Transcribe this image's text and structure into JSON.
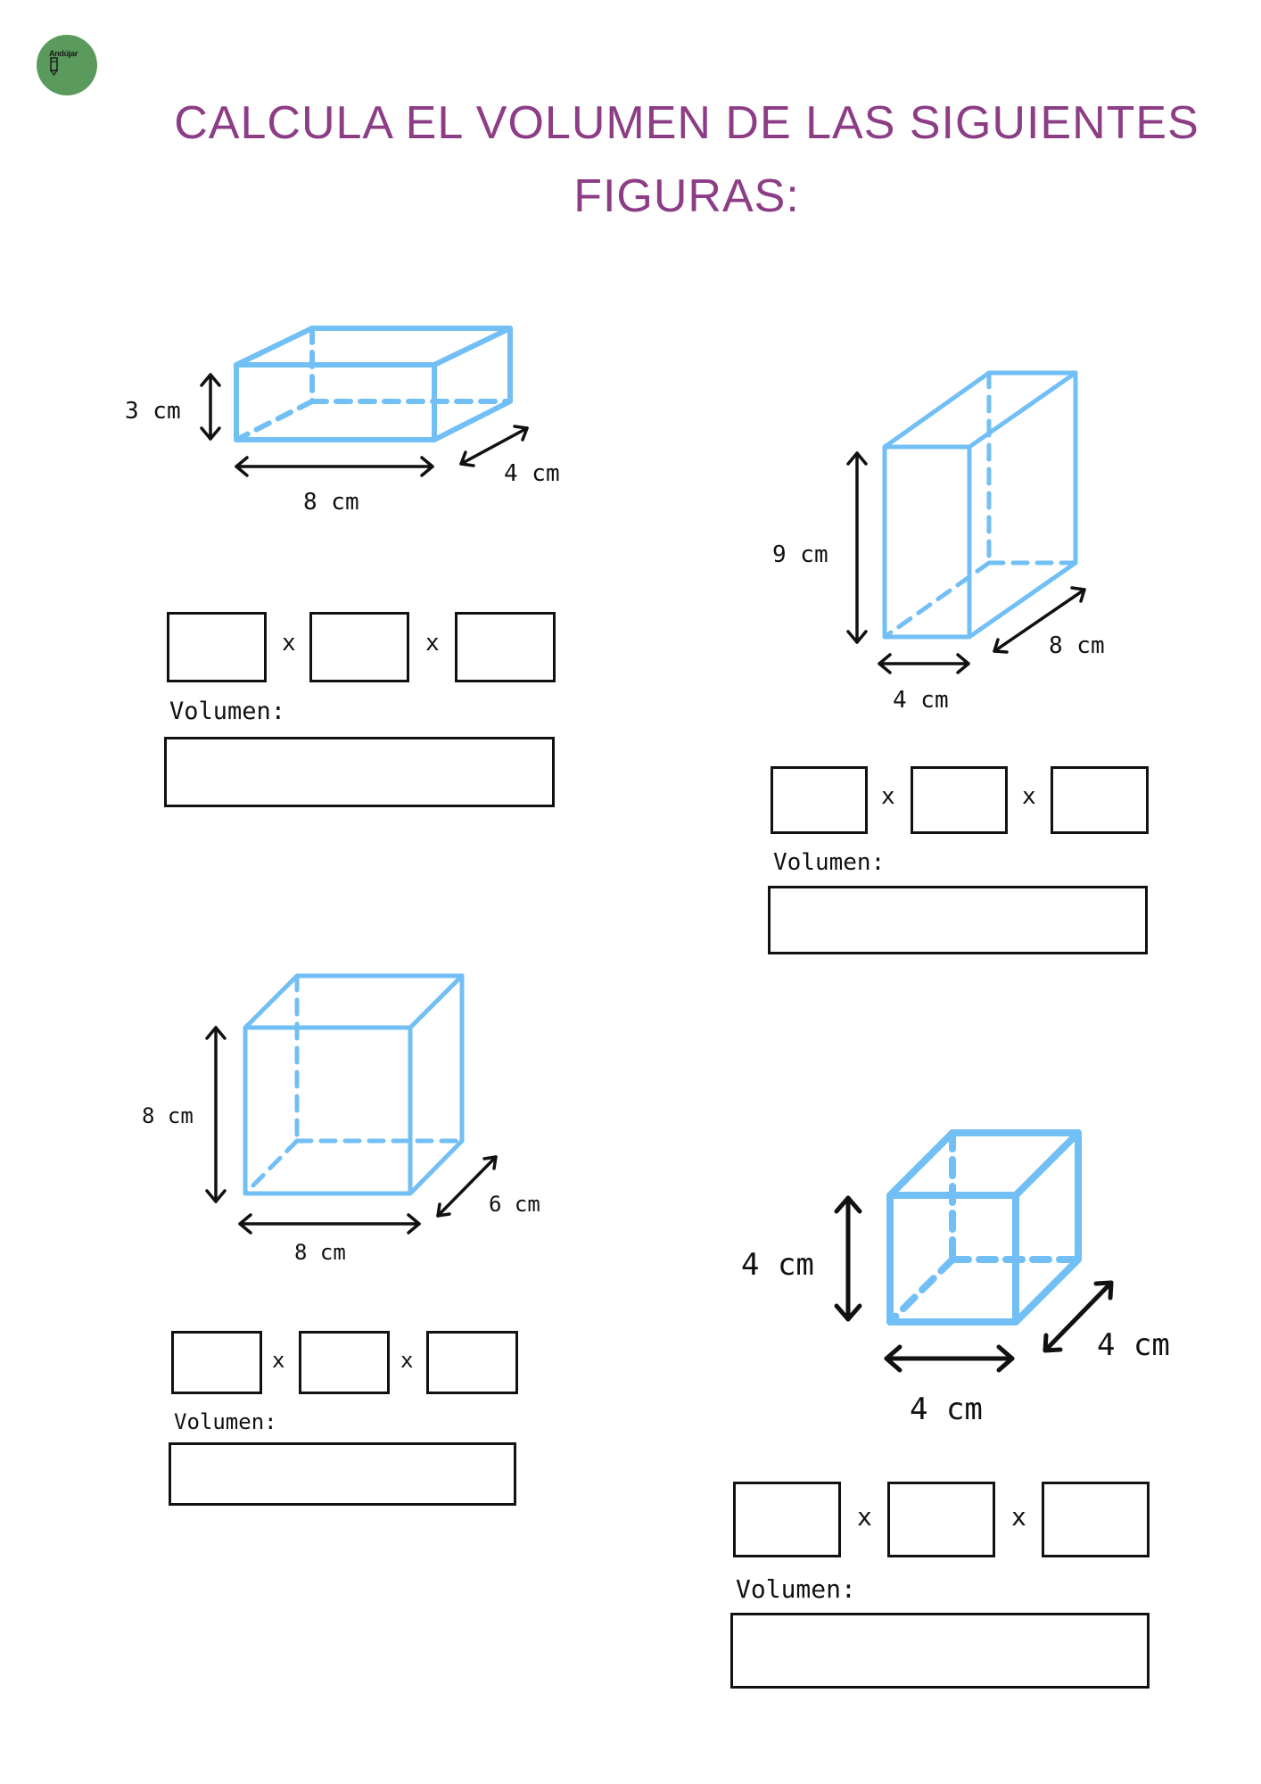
{
  "logo": {
    "text": "Andújar"
  },
  "title": {
    "line1": "CALCULA EL VOLUMEN DE LAS SIGUIENTES",
    "line2": "FIGURAS:"
  },
  "colors": {
    "title": "#8c3d86",
    "figure_stroke": "#72bff5",
    "logo_bg": "#5a9a5c",
    "ink": "#111111"
  },
  "exercises": [
    {
      "height_label": "3 cm",
      "width_label": "8 cm",
      "depth_label": "4 cm",
      "times": "x",
      "volume_label": "Volumen:"
    },
    {
      "height_label": "9 cm",
      "width_label": "4 cm",
      "depth_label": "8 cm",
      "times": "x",
      "volume_label": "Volumen:"
    },
    {
      "height_label": "8 cm",
      "width_label": "8 cm",
      "depth_label": "6 cm",
      "times": "x",
      "volume_label": "Volumen:"
    },
    {
      "height_label": "4 cm",
      "width_label": "4 cm",
      "depth_label": "4 cm",
      "times": "x",
      "volume_label": "Volumen:"
    }
  ]
}
